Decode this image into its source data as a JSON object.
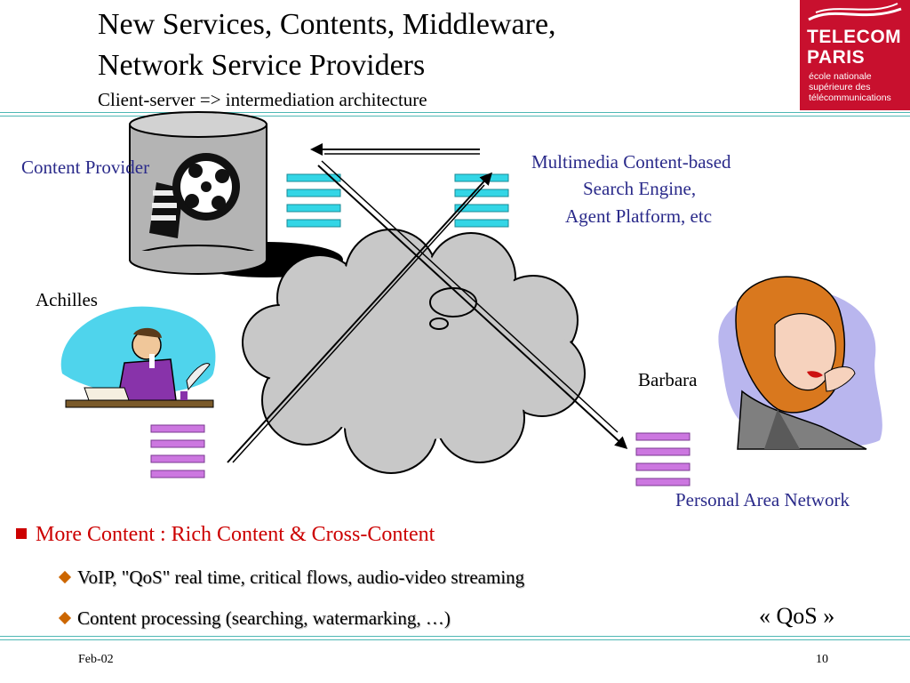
{
  "slide": {
    "title_line1": "New Services, Contents, Middleware,",
    "title_line2": "Network Service Providers",
    "subtitle": "Client-server => intermediation architecture"
  },
  "logo": {
    "name_line1": "TELECOM",
    "name_line2": "PARIS",
    "tagline1": "école nationale",
    "tagline2": "supérieure des",
    "tagline3": "télécommunications"
  },
  "diagram": {
    "content_provider": "Content Provider",
    "search_line1": "Multimedia Content-based",
    "search_line2": "Search Engine,",
    "search_line3": "Agent Platform, etc",
    "achilles": "Achilles",
    "barbara": "Barbara",
    "pan": "Personal Area Network"
  },
  "bullets": {
    "main": "More Content : Rich Content & Cross-Content",
    "sub1": "VoIP, \"QoS\" real time, critical flows, audio-video streaming",
    "sub2": "Content processing (searching, watermarking, …)"
  },
  "qos_label": "« QoS »",
  "footer": {
    "date": "Feb-02",
    "page": "10"
  },
  "colors": {
    "accent_red": "#cc0000",
    "label_blue": "#2a2a8a",
    "cyan_stack": "#33d6e6",
    "magenta_stack": "#cc77e0",
    "logo_red": "#c8102e",
    "rule_teal": "#4fb8b4"
  },
  "icons": {
    "database": "database-cylinder-icon",
    "film_reel": "film-reel-icon",
    "cloud": "network-cloud-icon",
    "person_desk": "man-writing-icon",
    "person_phone": "woman-phone-icon",
    "bullet_main": "square-bullet-icon",
    "bullet_sub": "diamond-bullet-icon"
  }
}
